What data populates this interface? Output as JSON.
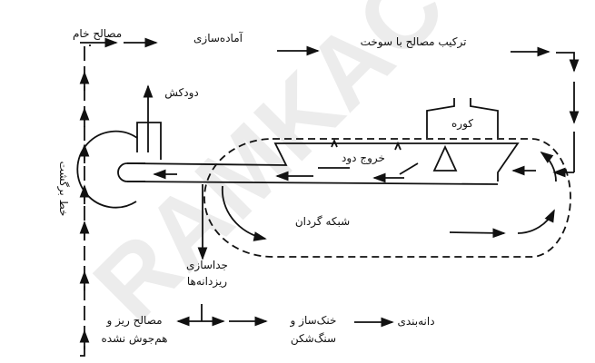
{
  "labels": {
    "raw_materials": "مصالح خام",
    "preparation": "آماده‌سازی",
    "mixing": "ترکیب مصالح با سوخت",
    "chimney": "دودکش",
    "furnace": "کوره",
    "smoke_exit": "خروج دود",
    "traveling_grate": "شبکه گردان",
    "return_line": "خط برگشت",
    "fines_separation_1": "جداسازی",
    "fines_separation_2": "ریزدانه‌ها",
    "unsintered_fines_1": "مصالح ریز و",
    "unsintered_fines_2": "هم‌جوش نشده",
    "cooler_crusher_1": "خنک‌ساز و",
    "cooler_crusher_2": "سنگ‌شکن",
    "screening": "دانه‌بندی"
  },
  "watermark": "RAMKACO"
}
